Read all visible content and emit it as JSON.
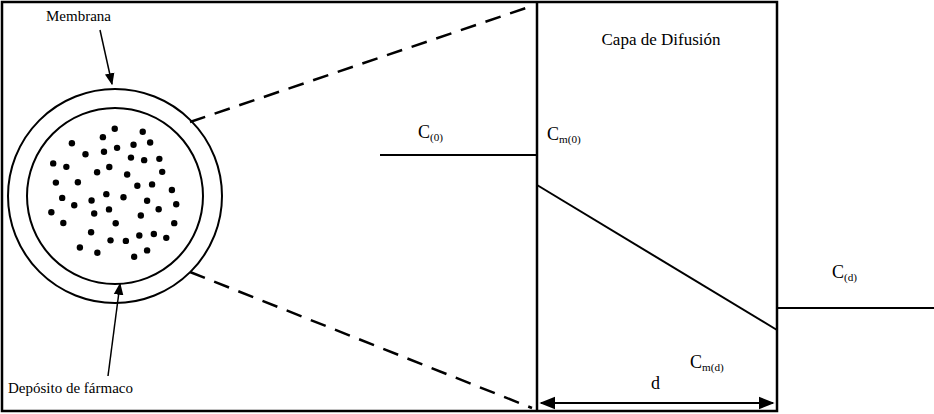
{
  "diagram": {
    "nodes": [
      {
        "text": [
          "Capa de Difusión"
        ]
      }
    ],
    "labels": [
      "Membrana",
      "Depósito de fármaco",
      "C(0)",
      "Cm(0)",
      "Cm(d)",
      "C(d)",
      "d"
    ]
  }
}
